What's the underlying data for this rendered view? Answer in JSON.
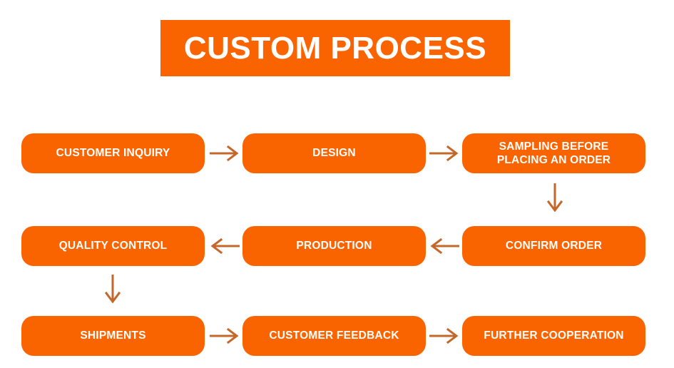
{
  "title": {
    "text": "CUSTOM PROCESS"
  },
  "colors": {
    "box_fill": "#FA6400",
    "banner_fill": "#FA6400",
    "box_text": "#FFFFFF",
    "arrow": "#C4672B",
    "background": "#FFFFFF"
  },
  "flow": {
    "nodes": [
      {
        "id": "customer-inquiry",
        "label": "CUSTOMER INQUIRY",
        "row": 1,
        "col": 1
      },
      {
        "id": "design",
        "label": "DESIGN",
        "row": 1,
        "col": 2
      },
      {
        "id": "sampling",
        "label": "SAMPLING BEFORE\nPLACING AN ORDER",
        "row": 1,
        "col": 3
      },
      {
        "id": "quality-control",
        "label": "QUALITY CONTROL",
        "row": 2,
        "col": 1
      },
      {
        "id": "production",
        "label": "PRODUCTION",
        "row": 2,
        "col": 2
      },
      {
        "id": "confirm-order",
        "label": "CONFIRM ORDER",
        "row": 2,
        "col": 3
      },
      {
        "id": "shipments",
        "label": "SHIPMENTS",
        "row": 3,
        "col": 1
      },
      {
        "id": "customer-feedback",
        "label": "CUSTOMER FEEDBACK",
        "row": 3,
        "col": 2
      },
      {
        "id": "further-cooperation",
        "label": "FURTHER COOPERATION",
        "row": 3,
        "col": 3
      }
    ],
    "connectors": [
      {
        "id": "customer-inquiry-to-design",
        "direction": "right"
      },
      {
        "id": "design-to-sampling",
        "direction": "right"
      },
      {
        "id": "sampling-to-confirm-order",
        "direction": "down"
      },
      {
        "id": "confirm-order-to-production",
        "direction": "left"
      },
      {
        "id": "production-to-quality-control",
        "direction": "left"
      },
      {
        "id": "quality-control-to-shipments",
        "direction": "down"
      },
      {
        "id": "shipments-to-customer-feedback",
        "direction": "right"
      },
      {
        "id": "customer-feedback-to-further-cooperation",
        "direction": "right"
      }
    ]
  }
}
